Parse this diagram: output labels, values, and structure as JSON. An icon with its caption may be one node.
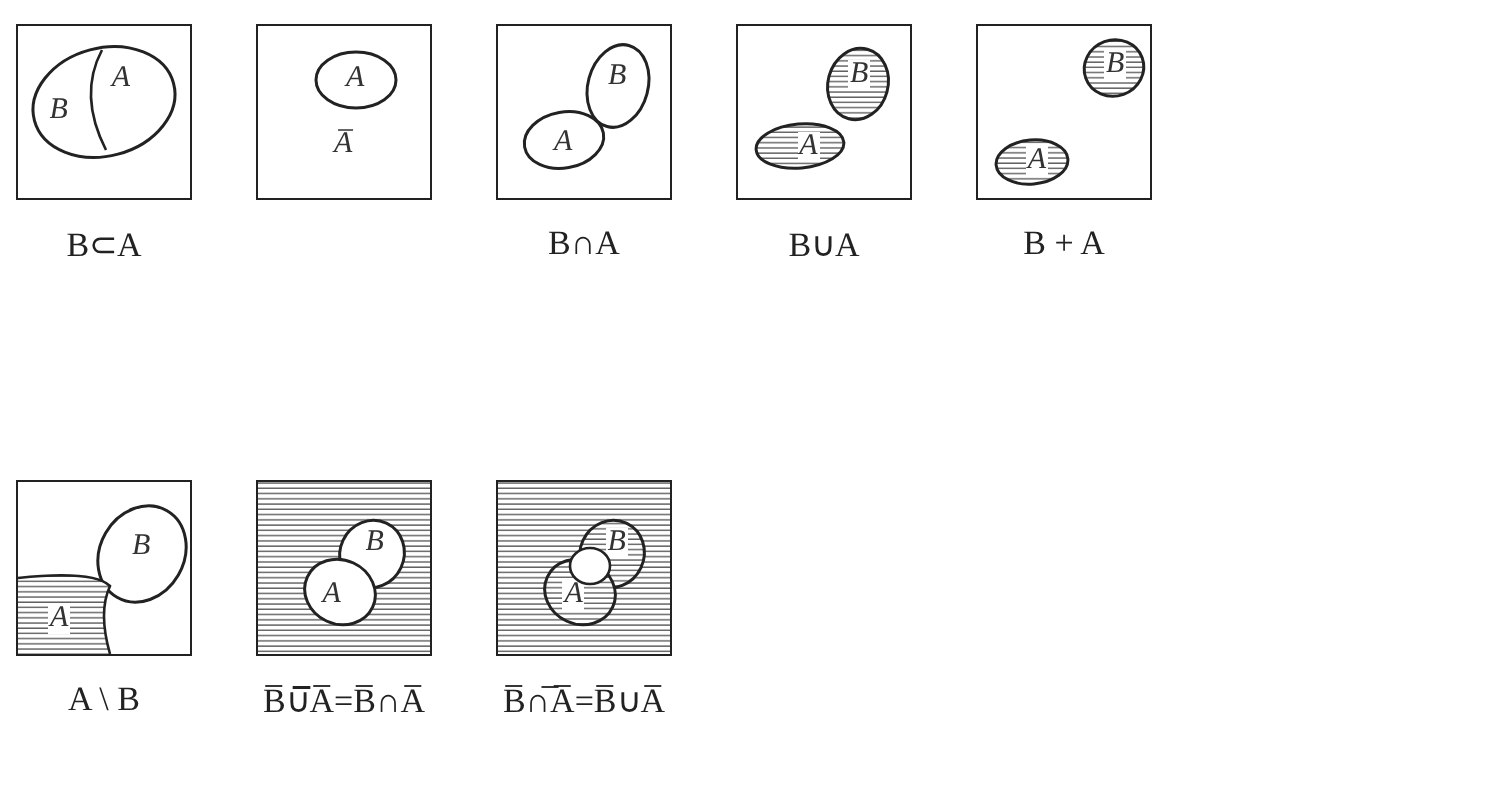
{
  "diagram": {
    "nodes": [
      {
        "text": [],
        "shape": "box",
        "beside": [
          "B⊂A"
        ]
      },
      {
        "text": [
          "A"
        ],
        "in": 0
      },
      {
        "text": [
          "B"
        ],
        "in": 1
      },
      {
        "text": [
          "A̅"
        ]
      },
      {
        "text": [
          "A"
        ],
        "in": 3
      },
      {
        "text": [],
        "shape": "box",
        "beside": [
          "B∩A"
        ]
      },
      {
        "text": [
          "B"
        ],
        "in": 5
      },
      {
        "text": [
          "A"
        ],
        "in": 5
      },
      {
        "text": [],
        "shape": "box",
        "beside": [
          "B∪A"
        ]
      },
      {
        "text": [
          "B"
        ],
        "in": 8
      },
      {
        "text": [
          "A"
        ],
        "in": 8
      },
      {
        "text": [],
        "shape": "box",
        "beside": [
          "B + A"
        ]
      },
      {
        "text": [
          "B"
        ],
        "in": 11
      },
      {
        "text": [
          "A"
        ],
        "in": 11
      },
      {
        "text": [],
        "shape": "box",
        "beside": [
          "A \\ B"
        ]
      },
      {
        "text": [
          "B"
        ],
        "in": 14
      },
      {
        "text": [
          "A"
        ],
        "in": 14
      },
      {
        "text": [],
        "shape": "box",
        "beside": [
          "B̅∪̅A̅=B̅∩A̅"
        ]
      },
      {
        "text": [
          "B"
        ],
        "in": 17
      },
      {
        "text": [
          "A"
        ],
        "in": 17
      },
      {
        "text": [],
        "shape": "box",
        "beside": [
          "B̅∩̅A̅=B̅∪A̅"
        ]
      },
      {
        "text": [
          "B"
        ],
        "in": 20
      },
      {
        "text": [
          "A"
        ],
        "in": 20
      }
    ]
  }
}
